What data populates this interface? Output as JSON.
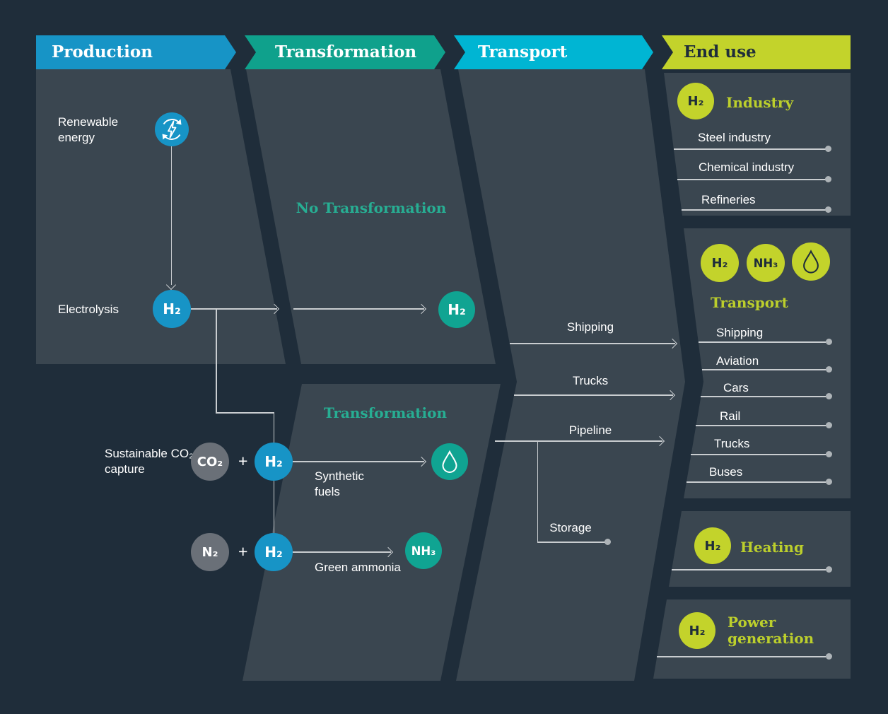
{
  "header": {
    "production": "Production",
    "transformation": "Transformation",
    "transport": "Transport",
    "end_use": "End use"
  },
  "production": {
    "renewable_label": "Renewable energy",
    "electrolysis_label": "Electrolysis",
    "electrolysis_molecule": "H₂",
    "co2_capture_label": "Sustainable CO₂ capture",
    "co2_molecule": "CO₂",
    "synfuel_h2_molecule": "H₂",
    "n2_molecule": "N₂",
    "ammonia_h2_molecule": "H₂",
    "plus": "+"
  },
  "transformation": {
    "no_transformation_heading": "No Transformation",
    "transformed_h2_molecule": "H₂",
    "transformation_heading": "Transformation",
    "synthetic_fuels_label": "Synthetic fuels",
    "green_ammonia_label": "Green ammonia",
    "nh3_molecule": "NH₃"
  },
  "transport": {
    "shipping_label": "Shipping",
    "trucks_label": "Trucks",
    "pipeline_label": "Pipeline",
    "storage_label": "Storage"
  },
  "end_use": {
    "industry": {
      "badge": "H₂",
      "heading": "Industry",
      "items": [
        "Steel industry",
        "Chemical industry",
        "Refineries"
      ]
    },
    "transport": {
      "badge_h2": "H₂",
      "badge_nh3": "NH₃",
      "heading": "Transport",
      "items": [
        "Shipping",
        "Aviation",
        "Cars",
        "Rail",
        "Trucks",
        "Buses"
      ]
    },
    "heating": {
      "badge": "H₂",
      "heading": "Heating"
    },
    "power_generation": {
      "badge": "H₂",
      "heading": "Power generation"
    }
  },
  "colors": {
    "background": "#1F2D3A",
    "panel": "#3A4650",
    "production_blue": "#1794C6",
    "transformation_teal": "#0FA18C",
    "teal_accent": "#27AE93",
    "transport_cyan": "#00B5D3",
    "end_use_lime": "#C3D32B",
    "gray_molecule": "#6A7078",
    "connector_gray": "#C9CDD0"
  }
}
